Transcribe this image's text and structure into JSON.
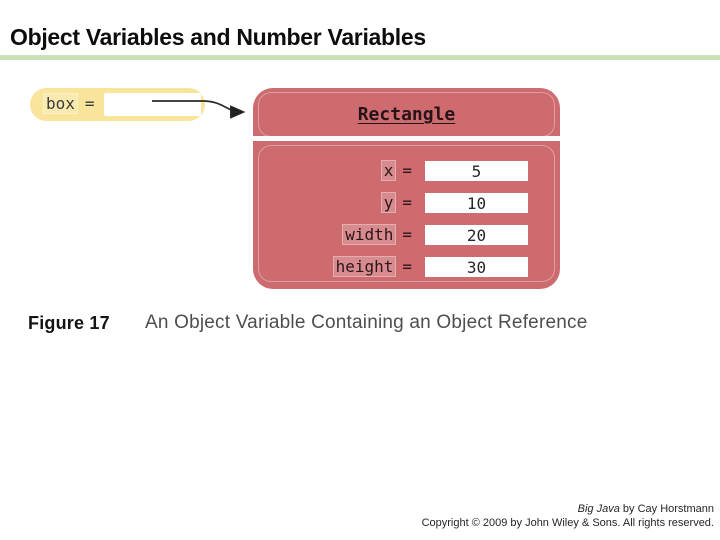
{
  "title": "Object Variables and Number Variables",
  "variable_pill": {
    "name": "box",
    "equals": "="
  },
  "object_card": {
    "class_name": "Rectangle",
    "fields": [
      {
        "name": "x",
        "equals": "=",
        "value": "5"
      },
      {
        "name": "y",
        "equals": "=",
        "value": "10"
      },
      {
        "name": "width",
        "equals": "=",
        "value": "20"
      },
      {
        "name": "height",
        "equals": "=",
        "value": "30"
      }
    ]
  },
  "caption": {
    "label": "Figure 17",
    "text": "An Object Variable Containing an Object Reference"
  },
  "footer": {
    "credit_italic": "Big Java",
    "credit_rest": " by Cay Horstmann",
    "copyright": "Copyright © 2009 by John Wiley & Sons.  All rights reserved."
  },
  "colors": {
    "accent_rule": "#cbe2b8",
    "object_fill": "#ce6b6f",
    "variable_fill": "#f8e49a",
    "slot_fill": "#ffffff"
  }
}
